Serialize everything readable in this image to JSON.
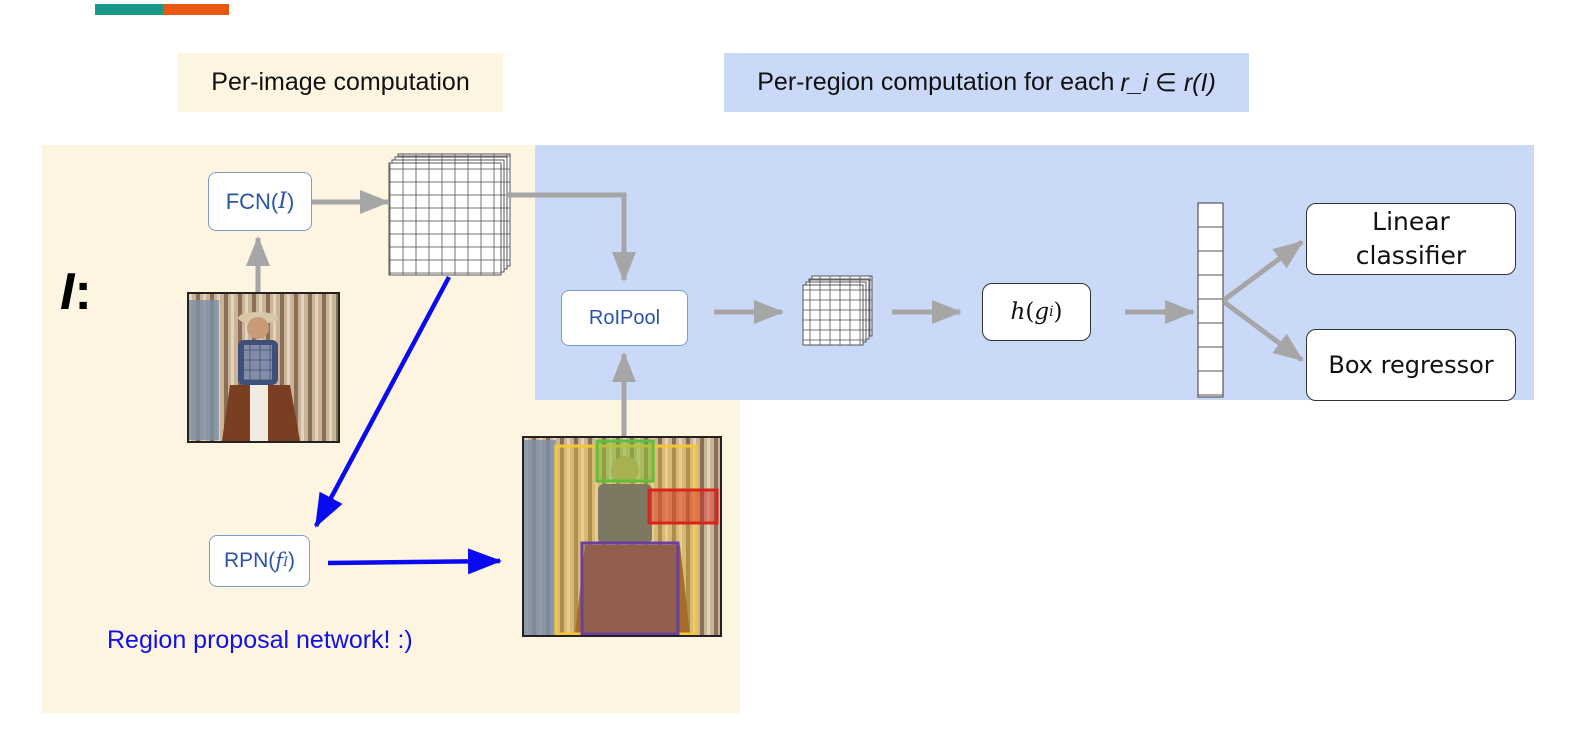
{
  "header": {
    "per_image_label": "Per-image computation",
    "per_region_label": "Per-region computation for each",
    "per_region_expr": "r_i ∈ r(I)"
  },
  "input": {
    "symbol": "I",
    "colon": ":"
  },
  "nodes": {
    "fcn": {
      "name": "FCN",
      "arg": "I"
    },
    "roipool": "RoIPool",
    "rpn": {
      "name": "RPN",
      "arg": "f",
      "sub": "I"
    },
    "head": {
      "fn": "h",
      "arg": "g",
      "sub": "i"
    },
    "linear_classifier": [
      "Linear",
      "classifier"
    ],
    "box_regressor": "Box regressor"
  },
  "caption": "Region proposal network! :)",
  "colors": {
    "per_image_bg": "#fdf5e2",
    "per_region_bg": "#c9d9f7",
    "arrow_gray": "#a6a6a6",
    "arrow_blue": "#0a0af0",
    "node_blue_text": "#2b54a6",
    "accent_teal": "#16998a",
    "accent_orange": "#e8580f",
    "proposal_yellow": "#f3c736",
    "proposal_green": "#5fbf3a",
    "proposal_red": "#d9241b",
    "proposal_purple": "#6b3fa0"
  },
  "icons": [
    "feature-map-grid-icon",
    "small-feature-map-icon",
    "feature-vector-icon",
    "arrow-icon"
  ]
}
